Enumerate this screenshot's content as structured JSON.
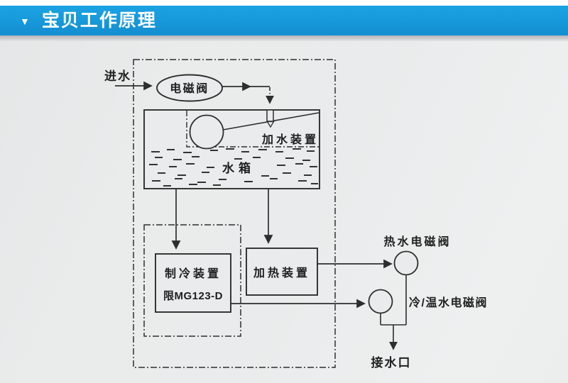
{
  "header": {
    "collapse_icon": "▼",
    "title": "宝贝工作原理",
    "bar_color": "#1798da"
  },
  "diagram": {
    "labels": {
      "inlet": "进水",
      "solenoid_valve": "电磁阀",
      "water_adding_device": "加水装置",
      "water_tank": "水箱",
      "cooling_device": "制冷装置",
      "cooling_device_model": "限MG123-D",
      "heating_device": "加热装置",
      "hot_water_valve": "热水电磁阀",
      "cold_warm_water_valve": "冷/温水电磁阀",
      "water_outlet": "接水口"
    },
    "colors": {
      "line": "#2e2e2e",
      "paper": "#e9ebec"
    }
  }
}
